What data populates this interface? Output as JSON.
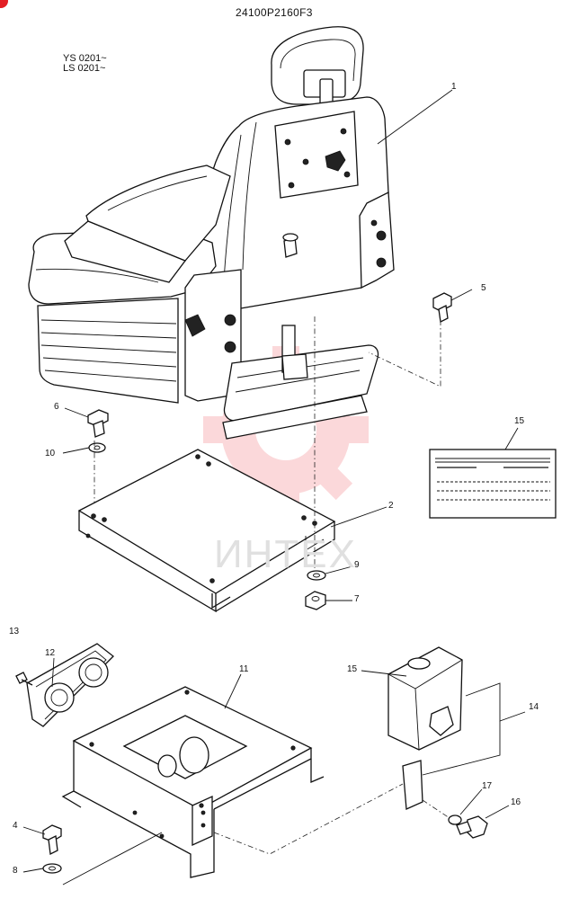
{
  "header": {
    "doc_number": "24100P2160F3",
    "serial_1": "YS 0201~",
    "serial_2": "LS 0201~"
  },
  "watermark": {
    "text": "ИНТЕХ",
    "color": "#e8212a"
  },
  "callouts": [
    {
      "id": "c1",
      "label": "1"
    },
    {
      "id": "c5",
      "label": "5"
    },
    {
      "id": "c6",
      "label": "6"
    },
    {
      "id": "c10",
      "label": "10"
    },
    {
      "id": "c15a",
      "label": "15"
    },
    {
      "id": "c2",
      "label": "2"
    },
    {
      "id": "c9",
      "label": "9"
    },
    {
      "id": "c7",
      "label": "7"
    },
    {
      "id": "c13",
      "label": "13"
    },
    {
      "id": "c12",
      "label": "12"
    },
    {
      "id": "c11",
      "label": "11"
    },
    {
      "id": "c15b",
      "label": "15"
    },
    {
      "id": "c14",
      "label": "14"
    },
    {
      "id": "c4",
      "label": "4"
    },
    {
      "id": "c17",
      "label": "17"
    },
    {
      "id": "c16",
      "label": "16"
    },
    {
      "id": "c8",
      "label": "8"
    }
  ]
}
